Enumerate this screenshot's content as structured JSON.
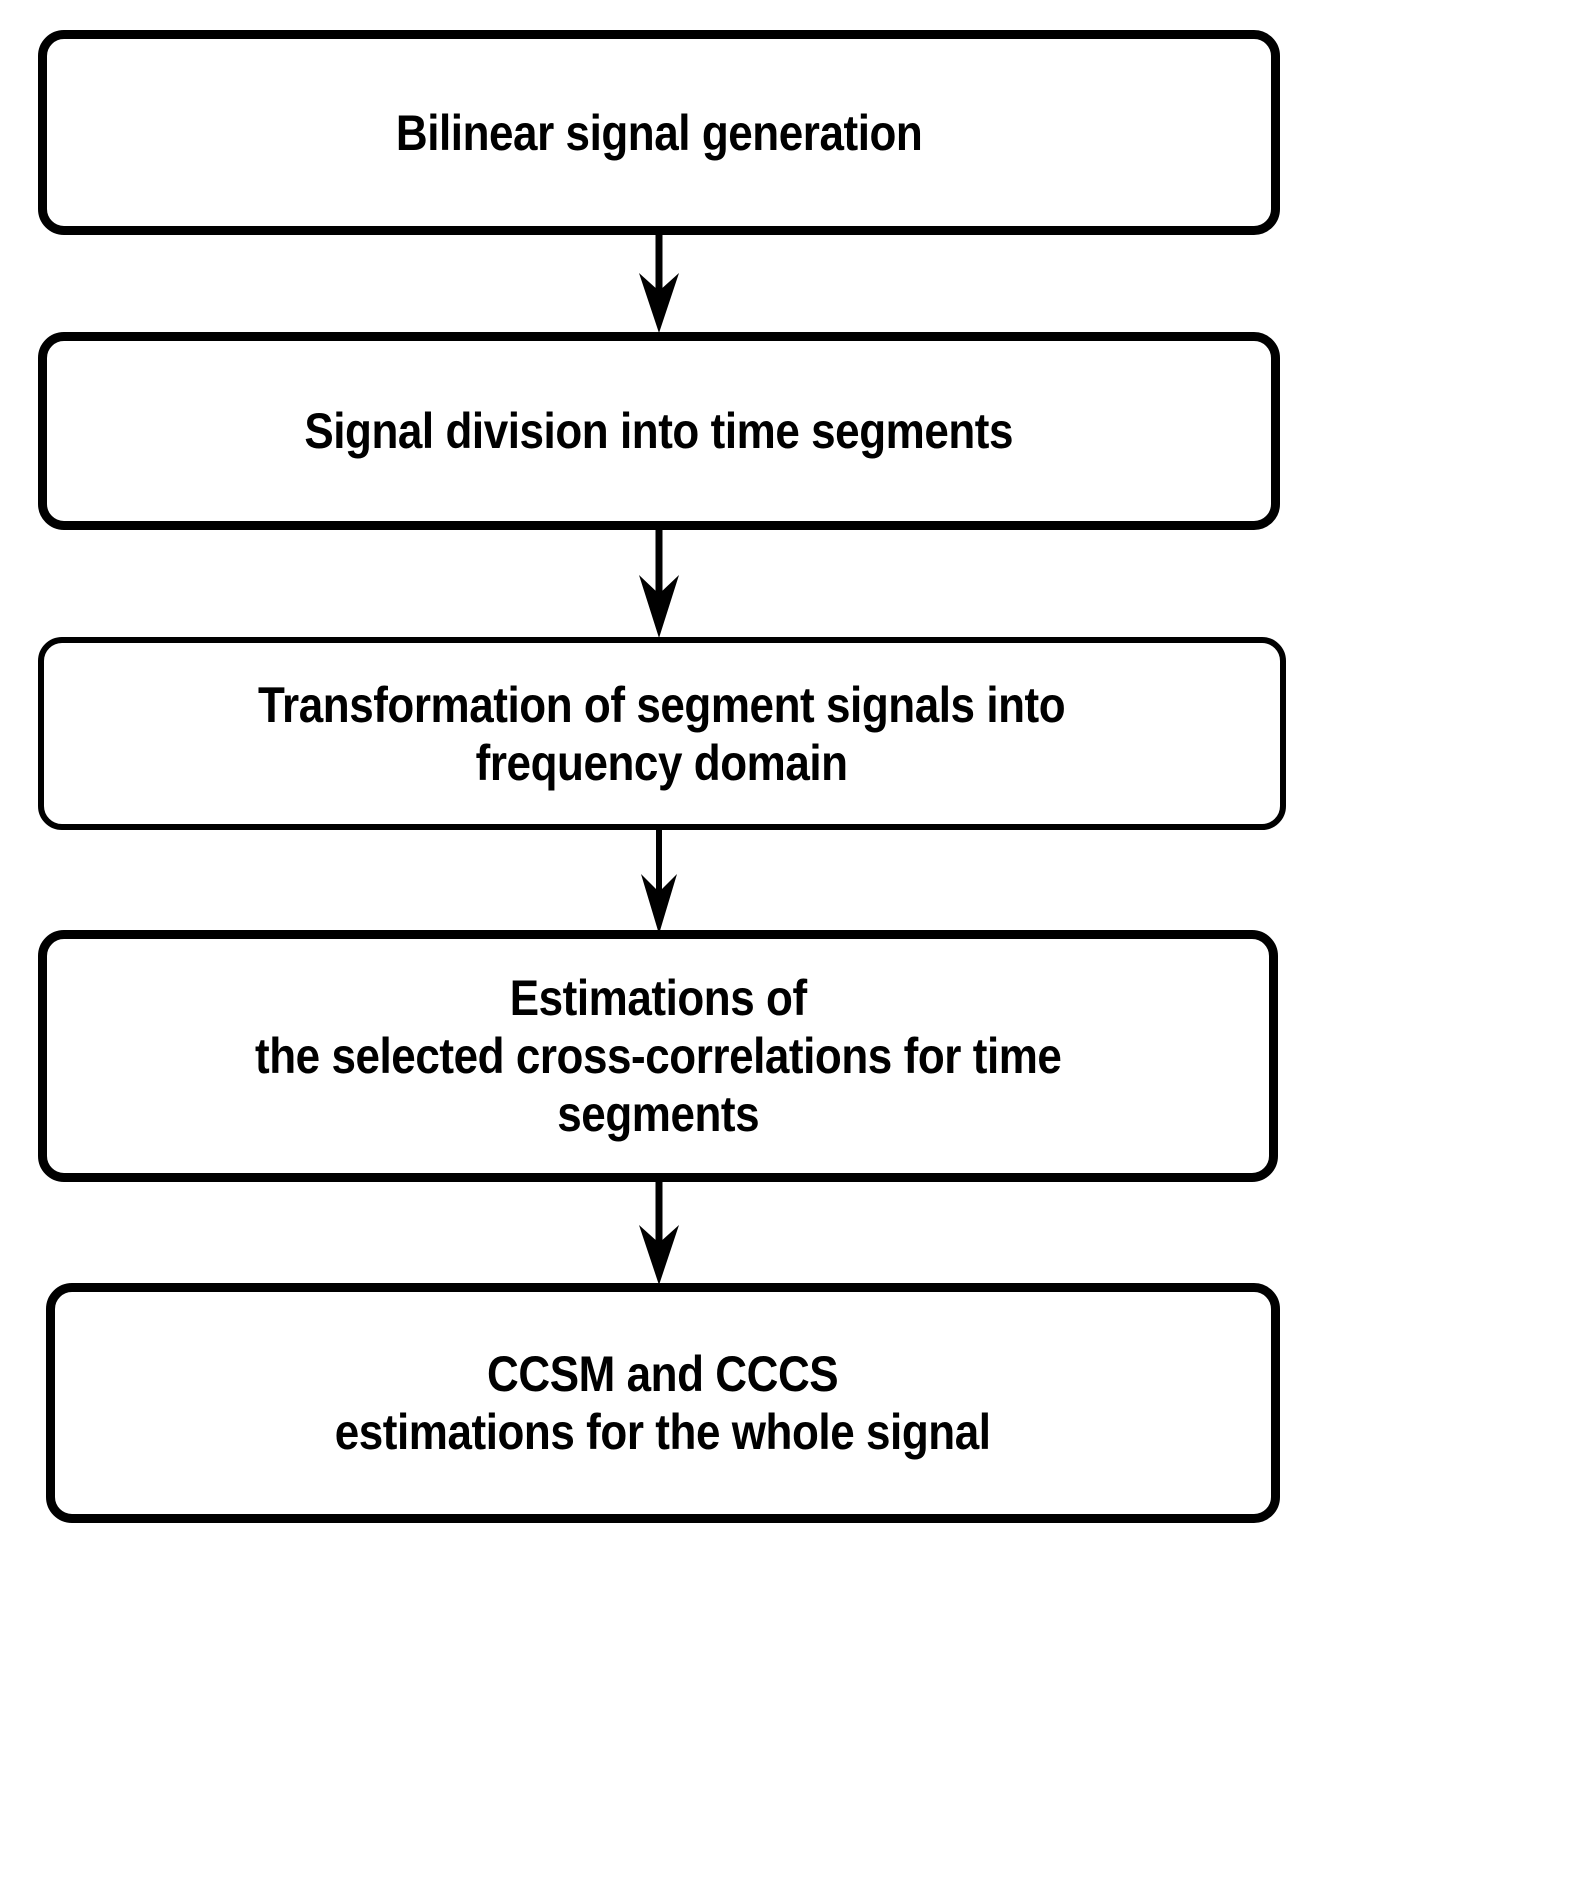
{
  "diagram": {
    "title": "Bilinear signal processing flowchart",
    "orientation": "vertical top-to-bottom",
    "colors": {
      "stroke": "#000000",
      "fill": "#ffffff",
      "text": "#000000"
    },
    "nodes": [
      {
        "id": "node-1",
        "shape": "rounded-rectangle",
        "label": "Bilinear signal generation",
        "lines": [
          "Bilinear signal generation"
        ]
      },
      {
        "id": "node-2",
        "shape": "rounded-rectangle",
        "label": "Signal division into time segments",
        "lines": [
          "Signal division into time segments"
        ]
      },
      {
        "id": "node-3",
        "shape": "rounded-rectangle",
        "label": "Transformation of segment signals into\nfrequency domain",
        "lines": [
          "Transformation of segment signals into",
          "frequency domain"
        ]
      },
      {
        "id": "node-4",
        "shape": "rounded-rectangle",
        "label": "Estimations of\nthe selected cross-correlations for time\nsegments",
        "lines": [
          "Estimations of",
          "the selected cross-correlations for time",
          "segments"
        ]
      },
      {
        "id": "node-5",
        "shape": "rounded-rectangle",
        "label": "CCSM and CCCS\nestimations for the whole signal",
        "lines": [
          "CCSM and CCCS",
          "estimations for the whole signal"
        ]
      }
    ],
    "edges": [
      {
        "id": "edge-1",
        "from": "node-1",
        "to": "node-2",
        "arrow": "down-arrow"
      },
      {
        "id": "edge-2",
        "from": "node-2",
        "to": "node-3",
        "arrow": "down-arrow"
      },
      {
        "id": "edge-3",
        "from": "node-3",
        "to": "node-4",
        "arrow": "down-arrow"
      },
      {
        "id": "edge-4",
        "from": "node-4",
        "to": "node-5",
        "arrow": "down-arrow"
      }
    ]
  }
}
